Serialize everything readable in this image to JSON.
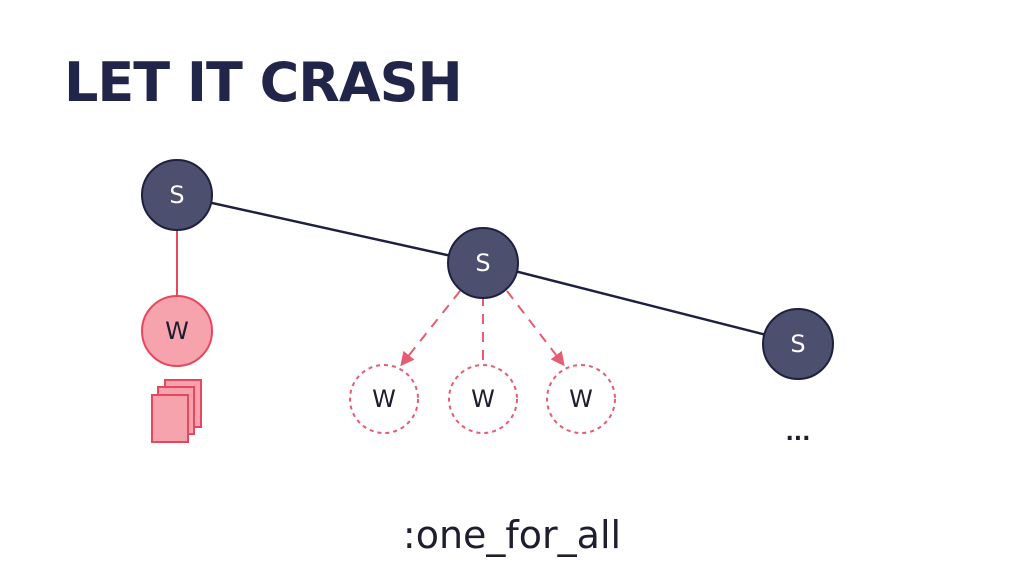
{
  "slide": {
    "title": "LET IT CRASH",
    "caption": ":one_for_all"
  },
  "colors": {
    "title": "#22254a",
    "supervisor_fill": "#4d4f6e",
    "supervisor_stroke": "#1f2040",
    "crashed_worker_fill": "#f7a3ad",
    "crashed_worker_stroke": "#e8485d",
    "dashed_worker_stroke": "#e65c70"
  },
  "diagram": {
    "supervisors": [
      {
        "label": "S"
      },
      {
        "label": "S"
      },
      {
        "label": "S"
      }
    ],
    "crashed_worker": {
      "label": "W"
    },
    "restarting_workers": [
      {
        "label": "W"
      },
      {
        "label": "W"
      },
      {
        "label": "W"
      }
    ],
    "ellipsis": "..."
  }
}
